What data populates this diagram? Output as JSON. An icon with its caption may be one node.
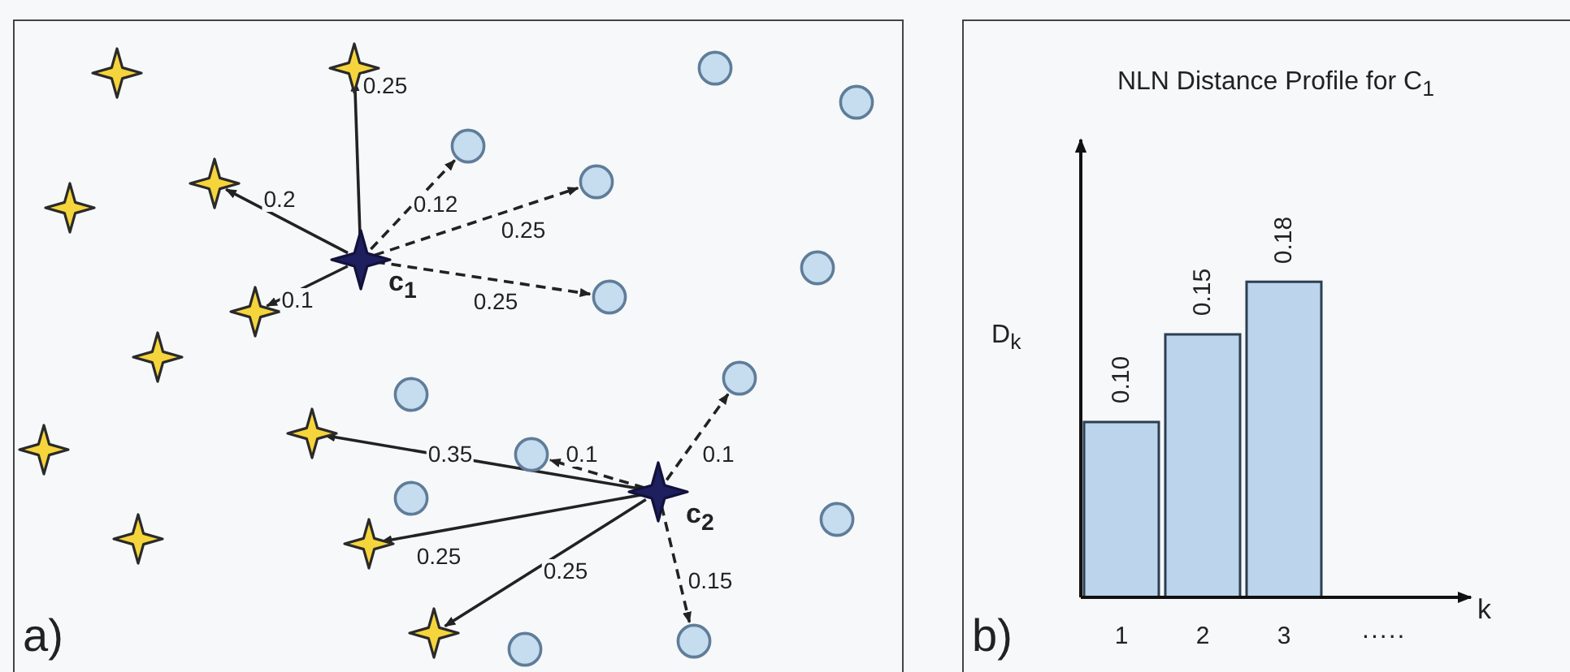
{
  "diagram": {
    "nodes": [
      {
        "text": [],
        "shape": "star"
      },
      {
        "text": [],
        "shape": "circle"
      },
      {
        "text": [],
        "shape": "star"
      },
      {
        "text": [],
        "shape": "circle"
      },
      {
        "text": [],
        "shape": "circle"
      },
      {
        "text": [],
        "shape": "circle"
      },
      {
        "text": [],
        "shape": "star"
      },
      {
        "text": [],
        "shape": "star"
      },
      {
        "text": [],
        "shape": "star",
        "beside": [
          "c$_{1}$"
        ]
      },
      {
        "text": [],
        "shape": "circle"
      },
      {
        "text": [],
        "shape": "circle"
      },
      {
        "text": [],
        "shape": "star"
      },
      {
        "text": [],
        "shape": "star"
      },
      {
        "text": [],
        "shape": "circle"
      },
      {
        "text": [],
        "shape": "circle"
      },
      {
        "text": [],
        "shape": "star"
      },
      {
        "text": [],
        "shape": "star"
      },
      {
        "text": [],
        "shape": "circle"
      },
      {
        "text": [],
        "shape": "star",
        "beside": [
          "c$_{2}$"
        ]
      },
      {
        "text": [],
        "shape": "circle"
      },
      {
        "text": [],
        "shape": "circle"
      },
      {
        "text": [],
        "shape": "star"
      },
      {
        "text": [],
        "shape": "star"
      },
      {
        "text": [],
        "shape": "star"
      },
      {
        "text": [],
        "shape": "circle"
      },
      {
        "text": [],
        "shape": "circle"
      }
    ],
    "edges": [
      {
        "from": 8,
        "to": 0,
        "arrow": "to",
        "label": "0.25"
      },
      {
        "from": 8,
        "to": 6,
        "arrow": "to",
        "label": "0.2"
      },
      {
        "from": 8,
        "to": 11,
        "arrow": "to",
        "label": "0.1"
      },
      {
        "from": 8,
        "to": 4,
        "arrow": "to",
        "label": "0.12",
        "style": "dashed"
      },
      {
        "from": 8,
        "to": 5,
        "arrow": "to",
        "label": "0.25",
        "style": "dashed"
      },
      {
        "from": 8,
        "to": 10,
        "arrow": "to",
        "label": "0.25",
        "style": "dashed"
      },
      {
        "from": 18,
        "to": 15,
        "arrow": "to",
        "label": "0.35"
      },
      {
        "from": 18,
        "to": 17,
        "arrow": "to",
        "label": "0.1",
        "style": "dashed"
      },
      {
        "from": 18,
        "to": 13,
        "arrow": "to",
        "label": "0.1",
        "style": "dashed"
      },
      {
        "from": 18,
        "to": 22,
        "arrow": "to",
        "label": "0.25"
      },
      {
        "from": 18,
        "to": 23,
        "arrow": "to",
        "label": "0.25"
      },
      {
        "from": 18,
        "to": 24,
        "arrow": "to",
        "label": "0.15",
        "style": "dashed"
      }
    ],
    "labels": [
      "a)",
      "b)",
      "....."
    ],
    "chart_data": {
      "type": "bar",
      "title": "NLN Distance Profile for C$_{1}$",
      "annotations": [
        "k"
      ],
      "ylabel": "D$_{k}$",
      "categories": [
        "1",
        "2",
        "3"
      ],
      "values": [
        0.1,
        0.15,
        0.18
      ],
      "value_labels": [
        "0.10",
        "0.15",
        "0.18"
      ]
    }
  }
}
